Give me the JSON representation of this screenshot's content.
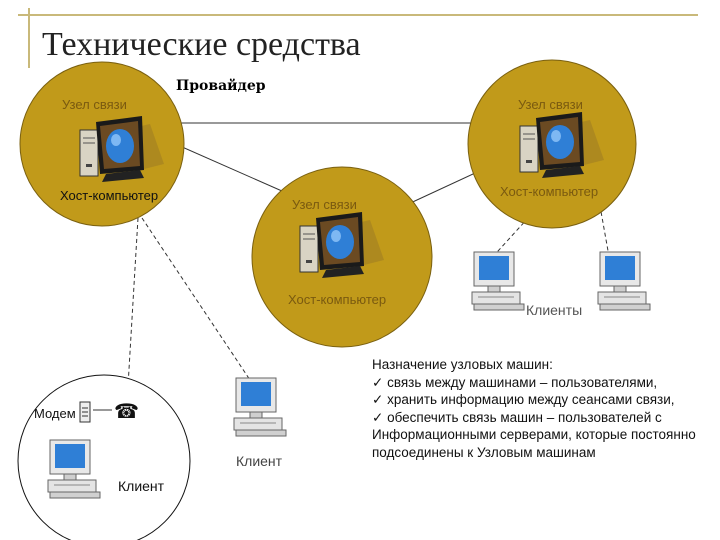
{
  "title": "Технические средства",
  "provider": "Провайдер",
  "node_left": {
    "label": "Узел связи",
    "host": "Хост-компьютер"
  },
  "node_right": {
    "label": "Узел связи",
    "host": "Хост-компьютер"
  },
  "node_center": {
    "label": "Узел связи",
    "host": "Хост-компьютер"
  },
  "clients_label": "Клиенты",
  "modem_label": "Модем",
  "client_circle_label": "Клиент",
  "client_standalone_label": "Клиент",
  "info": {
    "heading": "Назначение узловых машин:",
    "items": [
      "связь между машинами – пользователями,",
      "хранить информацию между сеансами связи,",
      "обеспечить связь машин – пользователей с Информационными серверами, которые постоянно подсоединены к Узловым машинам"
    ]
  },
  "colors": {
    "node_fill": "#c19a1a",
    "node_stroke": "#7a6010",
    "monitor_screen": "#2f7fd6"
  }
}
